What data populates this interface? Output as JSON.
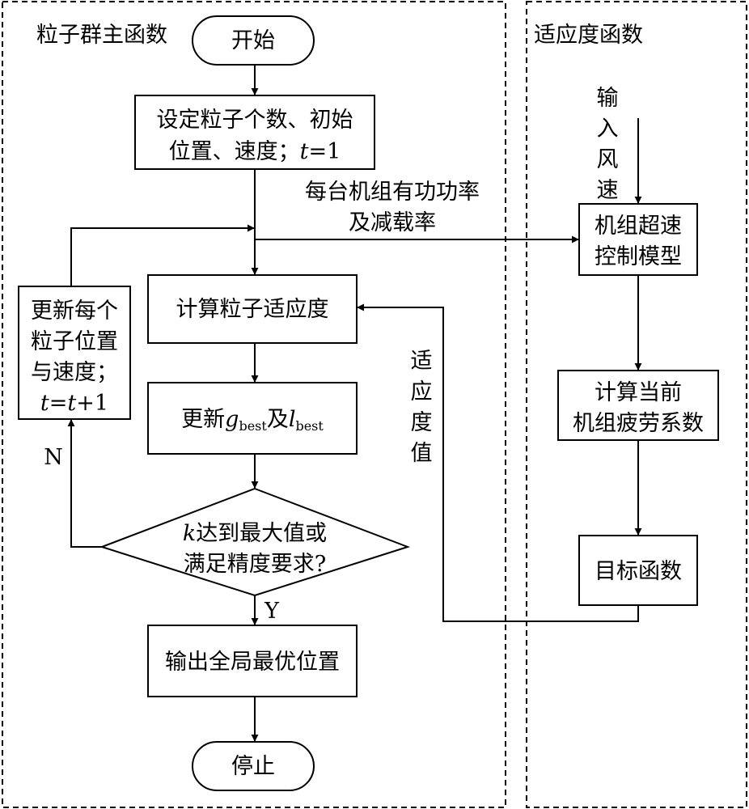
{
  "panels": {
    "left_title": "粒子群主函数",
    "right_title": "适应度函数"
  },
  "nodes": {
    "start": "开始",
    "init_line1": "设定粒子个数、初始",
    "init_line2_prefix": "位置、速度；",
    "init_line2_var": "t",
    "init_line2_suffix": "=1",
    "compute_fitness": "计算粒子适应度",
    "update_best_prefix": "更新",
    "gbest_var": "g",
    "gbest_sub": "best",
    "update_best_mid": "及",
    "lbest_var": "l",
    "lbest_sub": "best",
    "decision_line1_var": "k",
    "decision_line1_rest": "达到最大值或",
    "decision_line2": "满足精度要求?",
    "output": "输出全局最优位置",
    "stop": "停止",
    "update_particle_line1": "更新每个",
    "update_particle_line2": "粒子位置",
    "update_particle_line3": "与速度；",
    "update_particle_line4_a": "t",
    "update_particle_line4_b": "=",
    "update_particle_line4_c": "t",
    "update_particle_line4_d": "+1",
    "overspeed_line1": "机组超速",
    "overspeed_line2": "控制模型",
    "fatigue_line1": "计算当前",
    "fatigue_line2": "机组疲劳系数",
    "objective": "目标函数"
  },
  "edge_labels": {
    "power_line1": "每台机组有功功率",
    "power_line2": "及减载率",
    "fitness_value_chars": [
      "适",
      "应",
      "度",
      "值"
    ],
    "wind_speed_chars": [
      "输",
      "入",
      "风",
      "速"
    ],
    "yes": "Y",
    "no": "N"
  }
}
